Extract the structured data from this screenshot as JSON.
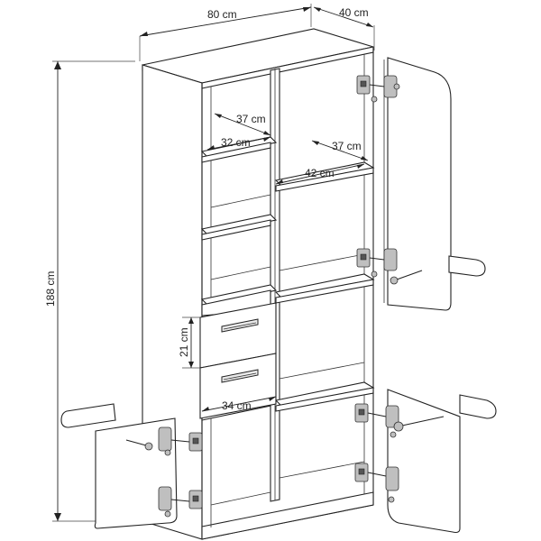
{
  "dimensions": {
    "width": "80 cm",
    "depth": "40 cm",
    "height": "188 cm",
    "top_left_shelf_depth": "37 cm",
    "top_left_shelf_width": "32 cm",
    "right_shelf_depth": "37 cm",
    "right_shelf_width": "42 cm",
    "drawer_height": "21 cm",
    "drawer_width": "34 cm"
  }
}
